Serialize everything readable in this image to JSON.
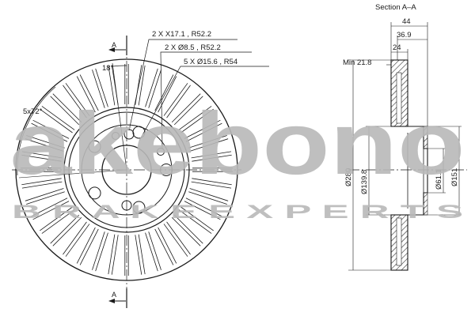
{
  "section_title": "Section A–A",
  "section_marks": {
    "top": "A",
    "bottom": "A"
  },
  "annotations": {
    "angle_18": "18°",
    "angle_pattern": "5x72°",
    "hole_callout_1": "2 X X17.1 , R52.2",
    "hole_callout_2": "2 X Ø8.5 , R52.2",
    "hole_callout_3": "5 X Ø15.6 , R54"
  },
  "dimensions": {
    "overall_width": "44",
    "hat_offset": "36.9",
    "friction_width": "24",
    "min_thickness": "Min 21.8",
    "disc_diameter": "Ø280",
    "hat_diameter": "Ø139.8",
    "center_bore": "Ø61.1",
    "hat_outer": "Ø151"
  },
  "watermark": {
    "brand": "akebono",
    "tagline": "B R A K E   E X P E R T S"
  },
  "colors": {
    "line": "#1a1a1a",
    "watermark": "#b9b9b9",
    "hatch": "#1a1a1a"
  }
}
